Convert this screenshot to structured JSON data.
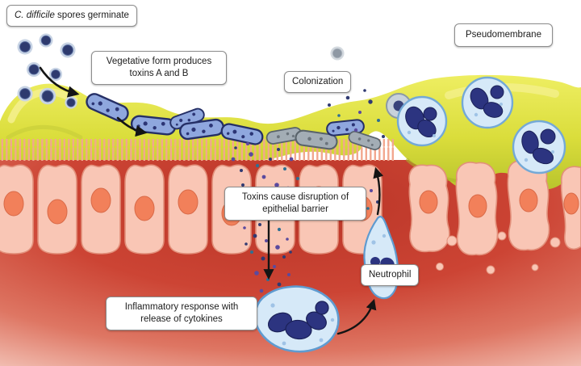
{
  "labels": {
    "spores_italic": "C. difficile",
    "spores_rest": " spores germinate",
    "vegetative": "Vegetative form produces toxins A and B",
    "colonization": "Colonization",
    "pseudomembrane": "Pseudomembrane",
    "toxin_disruption": "Toxins cause disruption of epithelial barrier",
    "neutrophil": "Neutrophil",
    "inflammatory": "Inflammatory response with release of cytokines"
  },
  "colors": {
    "mucus_yellow": "#d9dc3a",
    "epithelium_pink": "#f9c6b5",
    "cell_nucleus_orange": "#f2805a",
    "lamina_red": "#c23a2b",
    "bacteria_blue": "#8fa7de",
    "spore_navy": "#2e3a6e",
    "neutrophil_body_blue": "#d6e9f8",
    "neutrophil_nucleus_navy": "#2c3480",
    "toxin_purple": "#5b4a9e"
  }
}
